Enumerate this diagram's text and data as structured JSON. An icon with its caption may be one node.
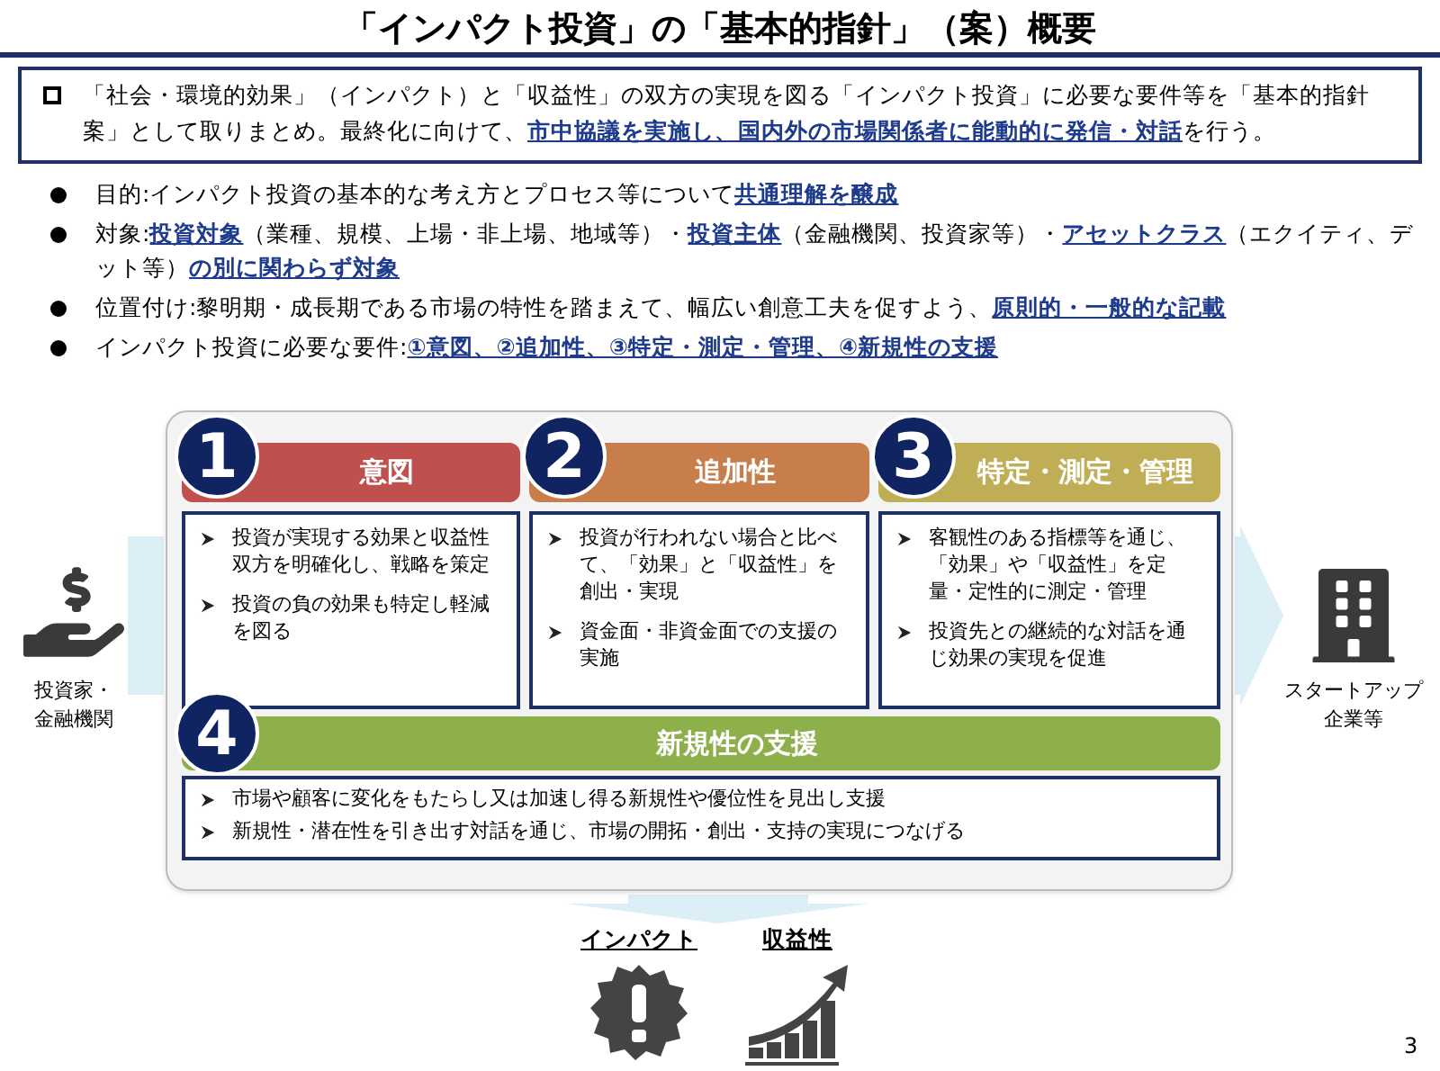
{
  "diagram": {
    "title": "「インパクト投資」の「基本的指針」（案）概要",
    "nodes": [
      {
        "text": [
          "「社会・環境的効果」（インパクト）と「収益性」の双方の実現を図る「インパクト投資」に必要な要件等を「基本的指針案」として取りまとめ。最終化に向けて、**市中協議を実施し、国内外の市場関係者に能動的に発信・対話**を行う。"
        ]
      },
      {
        "text": [
          "投資家・金融機関"
        ]
      },
      {
        "text": [],
        "shape": "box"
      },
      {
        "text": [
          "1"
        ],
        "in": 2
      },
      {
        "text": [
          "意図"
        ],
        "in": 2
      },
      {
        "text": [
          "投資が実現する効果と収益性双方を明確化し、戦略を策定",
          "投資の負の効果も特定し軽減を図る"
        ],
        "in": 2
      },
      {
        "text": [
          "2"
        ],
        "in": 2
      },
      {
        "text": [
          "追加性"
        ],
        "in": 2
      },
      {
        "text": [
          "投資が行われない場合と比べて、「効果」と「収益性」を創出・実現",
          "資金面・非資金面での支援の実施"
        ],
        "in": 2
      },
      {
        "text": [
          "3"
        ],
        "in": 2
      },
      {
        "text": [
          "特定・測定・管理"
        ],
        "in": 2
      },
      {
        "text": [
          "客観性のある指標等を通じ、「効果」や「収益性」を定量・定性的に測定・管理",
          "投資先との継続的な対話を通じ効果の実現を促進"
        ],
        "in": 2
      },
      {
        "text": [
          "4"
        ],
        "in": 2
      },
      {
        "text": [
          "新規性の支援"
        ],
        "in": 2
      },
      {
        "text": [
          "市場や顧客に変化をもたらし又は加速し得る新規性や優位性を見出し支援",
          "新規性・潜在性を引き出す対話を通じ、市場の開拓・創出・支持の実現につなげる"
        ],
        "in": 2
      },
      {
        "text": [
          "スタートアップ企業等"
        ]
      },
      {
        "text": [
          "インパクト"
        ]
      },
      {
        "text": [
          "収益性"
        ]
      }
    ],
    "edges": [
      {
        "from": 1,
        "to": 2,
        "arrow": "none"
      },
      {
        "from": 2,
        "to": 15,
        "arrow": "to"
      },
      {
        "from": 2,
        "to": 16,
        "arrow": "to"
      },
      {
        "from": 2,
        "to": 17,
        "arrow": "to"
      }
    ],
    "labels": [
      "目的:インパクト投資の基本的な考え方とプロセス等について**共通理解を醸成**",
      "対象:**投資対象**（業種、規模、上場・非上場、地域等）・**投資主体**（金融機関、投資家等）・**アセットクラス**（エクイティ、デット等）**の別に関わらず対象**",
      "位置付け:黎明期・成長期である市場の特性を踏まえて、幅広い創意工夫を促すよう、**原則的・一般的な記載**",
      "インパクト投資に必要な要件:**①意図、②追加性、③特定・測定・管理、④新規性の支援**",
      "3"
    ]
  }
}
